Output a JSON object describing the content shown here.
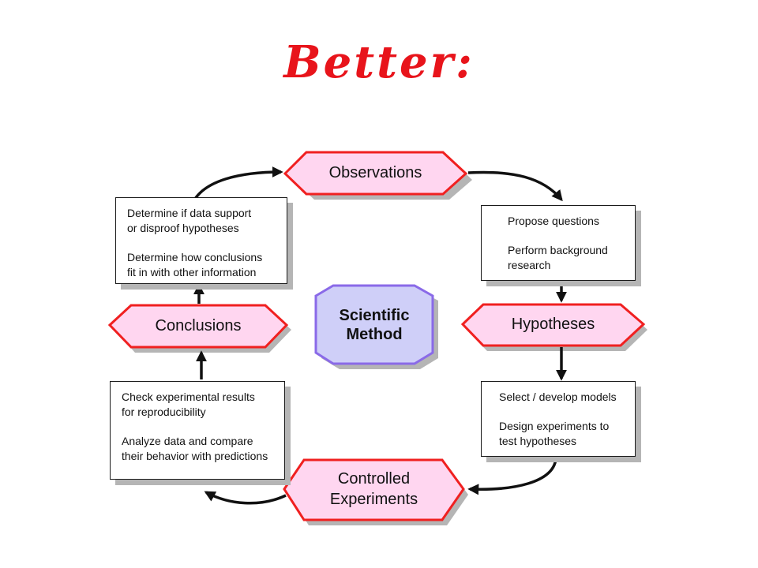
{
  "title": "Better:",
  "colors": {
    "title": "#e8141b",
    "stage_fill": "#ffd6f0",
    "stage_border": "#f02020",
    "center_fill": "#cfcff8",
    "center_border": "#8a6ae8"
  },
  "center": {
    "label": "Scientific\nMethod"
  },
  "stages": {
    "observations": "Observations",
    "hypotheses": "Hypotheses",
    "controlled_experiments": "Controlled\nExperiments",
    "conclusions": "Conclusions"
  },
  "notes": {
    "after_observations": [
      "Propose questions",
      "Perform background\nresearch"
    ],
    "after_hypotheses": [
      "Select / develop models",
      "Design experiments to\ntest hypotheses"
    ],
    "after_experiments": [
      "Check experimental results\nfor reproducibility",
      "Analyze data and compare\ntheir behavior with predictions"
    ],
    "after_conclusions": [
      "Determine if data support\nor disproof hypotheses",
      "Determine how conclusions\nfit in with other information"
    ]
  }
}
